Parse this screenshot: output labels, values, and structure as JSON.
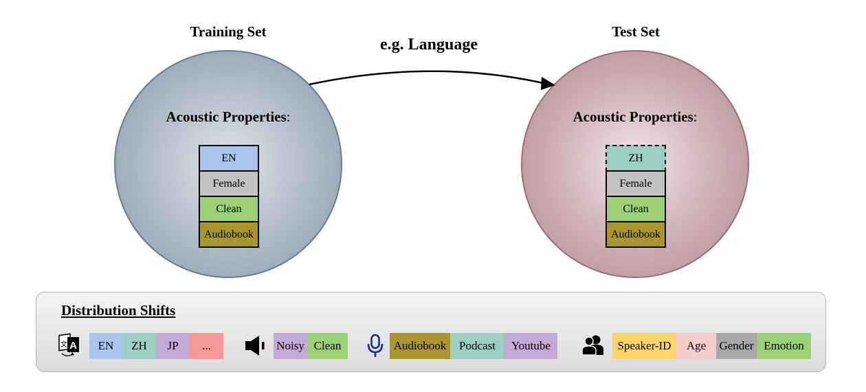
{
  "training": {
    "title": "Training Set",
    "props_label": "Acoustic Properties",
    "props_colon": ":",
    "blocks": [
      {
        "label": "EN",
        "color": "#a9c3ea"
      },
      {
        "label": "Female",
        "color": "#c2c2c2"
      },
      {
        "label": "Clean",
        "color": "#9bd174"
      },
      {
        "label": "Audiobook",
        "color": "#aa962e"
      }
    ]
  },
  "test": {
    "title": "Test Set",
    "props_label": "Acoustic Properties",
    "props_colon": ":",
    "blocks": [
      {
        "label": "ZH",
        "color": "#9ccfc4",
        "dashed": true
      },
      {
        "label": "Female",
        "color": "#c2c2c2"
      },
      {
        "label": "Clean",
        "color": "#9bd174"
      },
      {
        "label": "Audiobook",
        "color": "#aa962e"
      }
    ]
  },
  "arrow_label": "e.g. Language",
  "shifts": {
    "title": "Distribution Shifts",
    "groups": [
      {
        "icon": "translate-icon",
        "chips": [
          {
            "label": "EN",
            "color": "#aac6ee"
          },
          {
            "label": "ZH",
            "color": "#9ccfc4"
          },
          {
            "label": "JP",
            "color": "#c3aad6"
          },
          {
            "label": "...",
            "color": "#f19a98"
          }
        ]
      },
      {
        "icon": "speaker-icon",
        "chips": [
          {
            "label": "Noisy",
            "color": "#c3aad6"
          },
          {
            "label": "Clean",
            "color": "#9bd174"
          }
        ]
      },
      {
        "icon": "microphone-icon",
        "chips": [
          {
            "label": "Audiobook",
            "color": "#aa962e"
          },
          {
            "label": "Podcast",
            "color": "#9ccfc4"
          },
          {
            "label": "Youtube",
            "color": "#c3aad6"
          }
        ]
      },
      {
        "icon": "people-icon",
        "chips": [
          {
            "label": "Speaker-ID",
            "color": "#fbd56a"
          },
          {
            "label": "Age",
            "color": "#f6cccb"
          },
          {
            "label": "Gender",
            "color": "#a8a8a8"
          },
          {
            "label": "Emotion",
            "color": "#9bd174"
          }
        ]
      }
    ]
  }
}
